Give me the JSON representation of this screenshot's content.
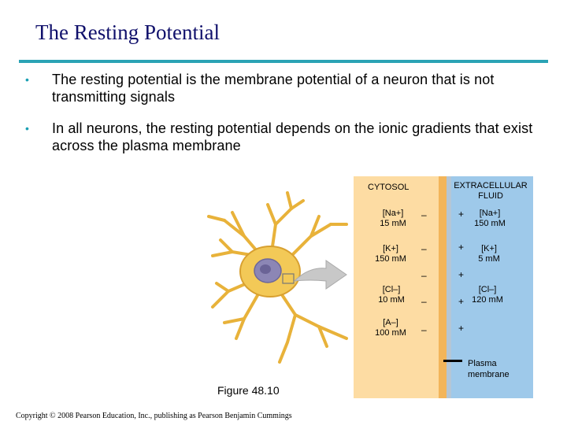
{
  "slide": {
    "title": "The Resting Potential",
    "bullets": [
      "The resting potential is the membrane potential of a neuron that is not transmitting signals",
      "In all neurons, the resting potential depends on the ionic gradients that exist across the plasma membrane"
    ],
    "figure_label": "Figure 48.10",
    "copyright": "Copyright © 2008 Pearson Education, Inc., publishing as Pearson Benjamin Cummings"
  },
  "diagram": {
    "cytosol_label": "CYTOSOL",
    "extracellular_label": "EXTRACELLULAR FLUID",
    "ions_inside": [
      {
        "ion": "[Na+]",
        "conc": "15 mM"
      },
      {
        "ion": "[K+]",
        "conc": "150 mM"
      },
      {
        "ion": "[Cl–]",
        "conc": "10 mM"
      },
      {
        "ion": "[A–]",
        "conc": "100 mM"
      }
    ],
    "ions_outside": [
      {
        "ion": "[Na+]",
        "conc": "150 mM"
      },
      {
        "ion": "[K+]",
        "conc": "5 mM"
      },
      {
        "ion": "[Cl–]",
        "conc": "120 mM"
      }
    ],
    "minus_sign": "–",
    "plus_sign": "+",
    "legend": "Plasma membrane",
    "colors": {
      "cytosol": "#fddca3",
      "membrane": "#f3b55a",
      "extracellular": "#9ec9ea",
      "title": "#10106b",
      "accent": "#2aa3b5"
    }
  }
}
